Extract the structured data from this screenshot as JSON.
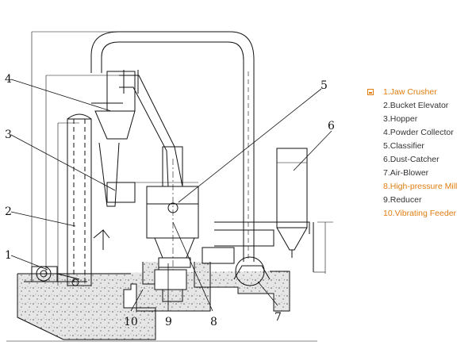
{
  "callouts": [
    "1",
    "2",
    "3",
    "4",
    "5",
    "6",
    "7",
    "8",
    "9",
    "10"
  ],
  "legend": {
    "items": [
      {
        "label": "1.Jaw Crusher",
        "highlighted": true,
        "marker": "square-bullet-icon"
      },
      {
        "label": "2.Bucket Elevator",
        "highlighted": false
      },
      {
        "label": "3.Hopper",
        "highlighted": false
      },
      {
        "label": "4.Powder Collector",
        "highlighted": false
      },
      {
        "label": "5.Classifier",
        "highlighted": false
      },
      {
        "label": "6.Dust-Catcher",
        "highlighted": false
      },
      {
        "label": "7.Air-Blower",
        "highlighted": false
      },
      {
        "label": "8.High-pressure Mill",
        "highlighted": true
      },
      {
        "label": "9.Reducer",
        "highlighted": false
      },
      {
        "label": "10.Vibrating Feeder",
        "highlighted": true
      }
    ],
    "highlight_color": "#e07d10",
    "text_color": "#333333"
  },
  "colors": {
    "line": "#111111",
    "concrete": "#d8d8d8"
  }
}
